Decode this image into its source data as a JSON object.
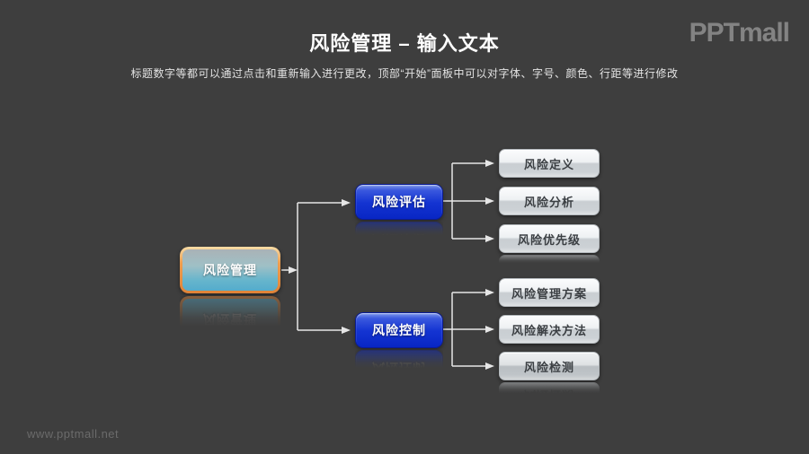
{
  "header": {
    "title": "风险管理 – 输入文本",
    "subtitle": "标题数字等都可以通过点击和重新输入进行更改，顶部“开始”面板中可以对字体、字号、颜色、行距等进行修改"
  },
  "watermark": {
    "logo": "PPTmall",
    "site": "www.pptmall.net"
  },
  "diagram": {
    "type": "tree",
    "root": {
      "label": "风险管理"
    },
    "branches": [
      {
        "label": "风险评估",
        "children": [
          {
            "label": "风险定义"
          },
          {
            "label": "风险分析"
          },
          {
            "label": "风险优先级"
          }
        ]
      },
      {
        "label": "风险控制",
        "children": [
          {
            "label": "风险管理方案"
          },
          {
            "label": "风险解决方法"
          },
          {
            "label": "风险检测"
          }
        ]
      }
    ]
  },
  "colors": {
    "background": "#3e3e3e",
    "root_border": "#ef9d4e",
    "root_fill_top": "#aab2b6",
    "root_fill_bottom": "#54accc",
    "branch_fill": "#1434d2",
    "leaf_fill": "#e8ebee",
    "connector": "#e6e6e6",
    "title_text": "#ffffff",
    "leaf_text": "#3b3f43"
  }
}
